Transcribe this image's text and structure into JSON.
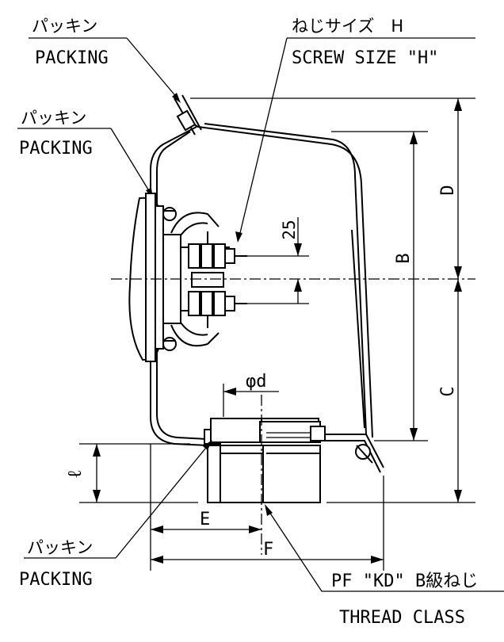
{
  "labels": {
    "packing_top": {
      "jp": "パッキン",
      "en": "PACKING"
    },
    "packing_left": {
      "jp": "パッキン",
      "en": "PACKING"
    },
    "packing_bottom": {
      "jp": "パッキン",
      "en": "PACKING"
    },
    "screw": {
      "jp": "ねじサイズ　H",
      "en": "SCREW SIZE \"H\""
    },
    "thread": {
      "jp": "PF \"KD\" B級ねじ",
      "en": "THREAD CLASS"
    }
  },
  "dimensions": {
    "D": "D",
    "B": "B",
    "C": "C",
    "E": "E",
    "F": "F",
    "l": "ℓ",
    "d": "φd",
    "v25": "25"
  }
}
